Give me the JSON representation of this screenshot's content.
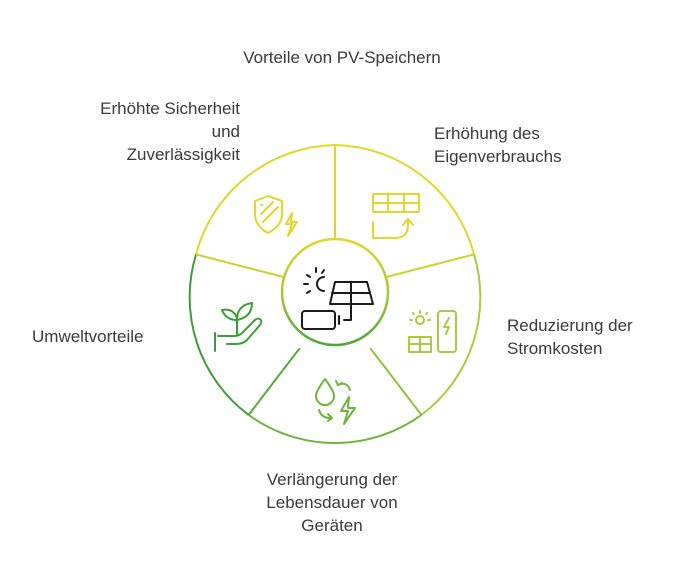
{
  "title": "Vorteile von PV-Speichern",
  "segments": [
    {
      "id": "safety",
      "label_lines": [
        "Erhöhte Sicherheit",
        "und",
        "Zuverlässigkeit"
      ],
      "icon": "shield-bolt-icon",
      "color": "#e0d328"
    },
    {
      "id": "self",
      "label_lines": [
        "Erhöhung des",
        "Eigenverbrauchs"
      ],
      "icon": "solar-grid-arrow-icon",
      "color": "#e0d328"
    },
    {
      "id": "cost",
      "label_lines": [
        "Reduzierung der",
        "Stromkosten"
      ],
      "icon": "solar-battery-icon",
      "color": "#a4cc3c"
    },
    {
      "id": "life",
      "label_lines": [
        "Verlängerung der",
        "Lebensdauer von",
        "Geräten"
      ],
      "icon": "drop-cycle-bolt-icon",
      "color": "#6cb43c"
    },
    {
      "id": "env",
      "label_lines": [
        "Umweltvorteile"
      ],
      "icon": "plant-hand-icon",
      "color": "#3c9c38"
    }
  ],
  "center_icon": "sun-solar-panel-battery-icon"
}
